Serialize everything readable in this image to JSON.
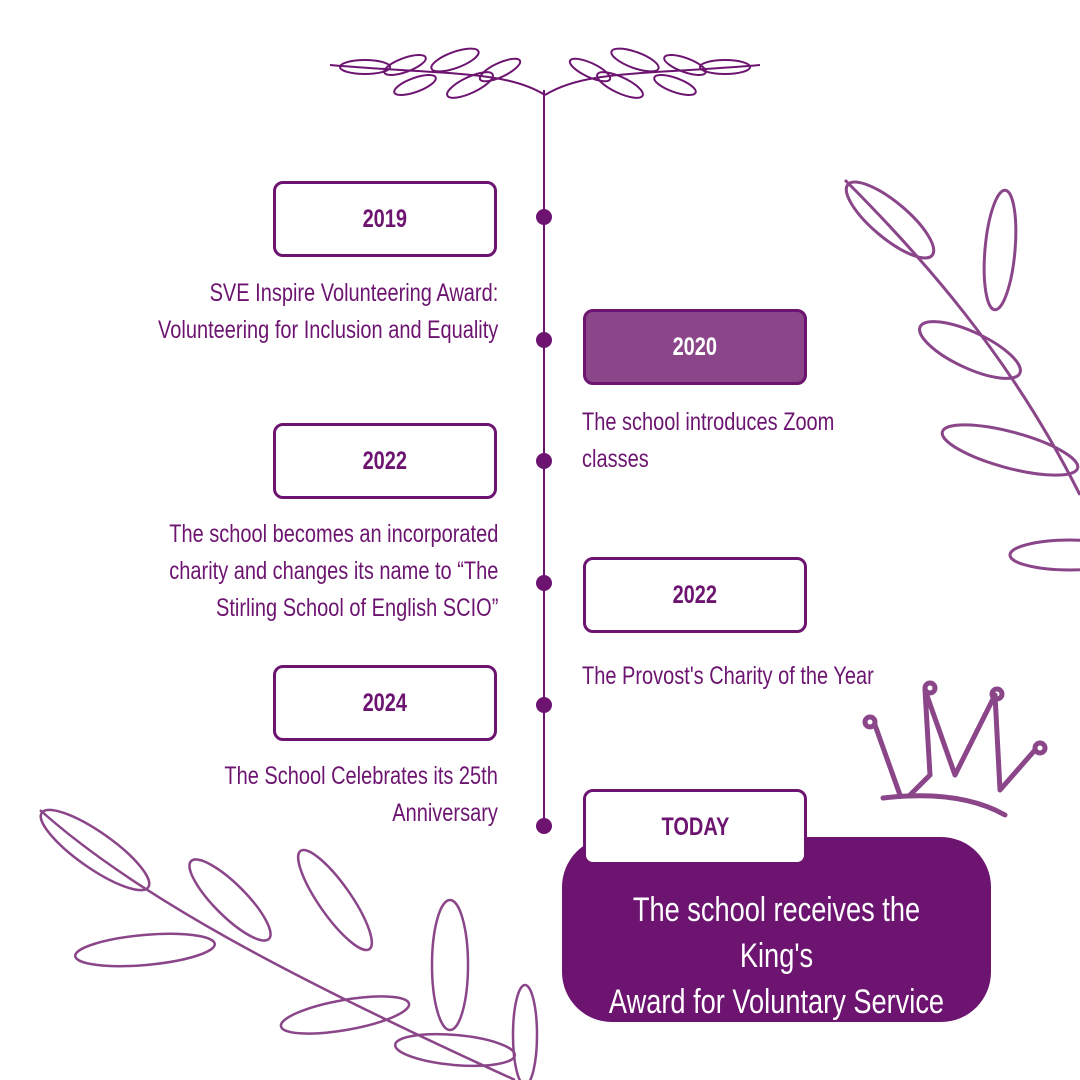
{
  "colors": {
    "primary": "#6c1470",
    "accent": "#8a4689"
  },
  "timeline": {
    "left": [
      {
        "year": "2019",
        "lines": [
          "SVE Inspire Volunteering Award:",
          "Volunteering for Inclusion and Equality"
        ]
      },
      {
        "year": "2022",
        "lines": [
          "The school becomes an incorporated",
          "charity and changes its name to  “The",
          "Stirling School of English SCIO”"
        ]
      },
      {
        "year": "2024",
        "lines": [
          "The School Celebrates its 25th",
          "Anniversary"
        ]
      }
    ],
    "right": [
      {
        "year": "2020",
        "lines": [
          "The school introduces Zoom",
          "classes"
        ]
      },
      {
        "year": "2022",
        "lines": [
          "The Provost's Charity of the Year"
        ]
      }
    ],
    "today": {
      "label": "TODAY",
      "lines": [
        "The school receives the King's",
        "Award for Voluntary Service"
      ]
    }
  },
  "icons": [
    "laurel-branch-icon",
    "leaf-branch-icon",
    "crown-icon"
  ]
}
